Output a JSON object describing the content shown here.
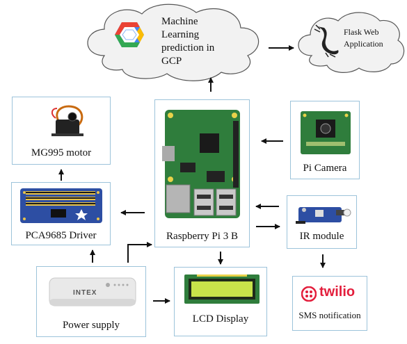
{
  "nodes": {
    "gcp": {
      "lines": [
        "Machine",
        "Learning",
        "prediction in",
        "GCP"
      ]
    },
    "flask": {
      "lines": [
        "Flask Web",
        "Application"
      ]
    },
    "motor": {
      "label": "MG995 motor"
    },
    "driver": {
      "label": "PCA9685 Driver"
    },
    "rpi": {
      "label": "Raspberry Pi 3 B"
    },
    "camera": {
      "label": "Pi Camera"
    },
    "ir": {
      "label": "IR module"
    },
    "power": {
      "label": "Power supply",
      "brand": "INTEX"
    },
    "lcd": {
      "label": "LCD Display"
    },
    "sms": {
      "label": "SMS notification",
      "brand": "twilio"
    }
  },
  "colors": {
    "box_border": "#9cc3da",
    "arrow": "#111111",
    "pcb_green": "#2f7d3c",
    "driver_blue": "#2d4ea3",
    "twilio_red": "#e31e3c"
  }
}
